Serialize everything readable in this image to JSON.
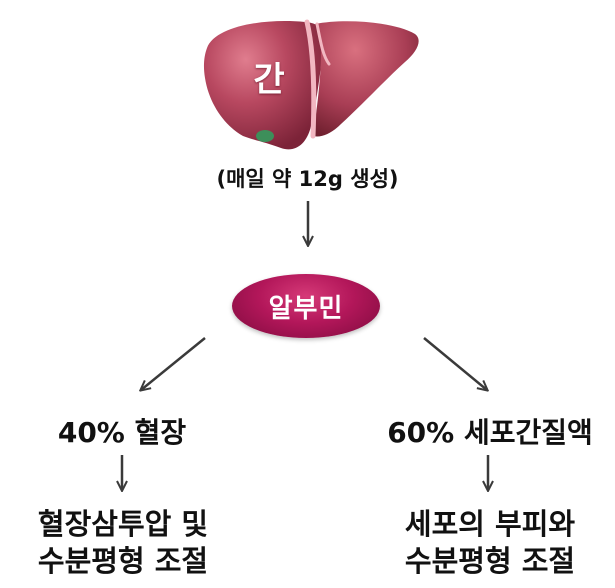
{
  "liver": {
    "label": "간",
    "caption": "(매일 약 12g 생성)"
  },
  "albumin": {
    "label": "알부민"
  },
  "left_branch": {
    "label": "40% 혈장",
    "result_line1": "혈장삼투압 및",
    "result_line2": "수분평형 조절"
  },
  "right_branch": {
    "label": "60% 세포간질액",
    "result_line1": "세포의 부피와",
    "result_line2": "수분평형 조절"
  },
  "colors": {
    "liver": "#b5475e",
    "albumin": "#a8134f",
    "arrow": "#3a3a3a"
  }
}
